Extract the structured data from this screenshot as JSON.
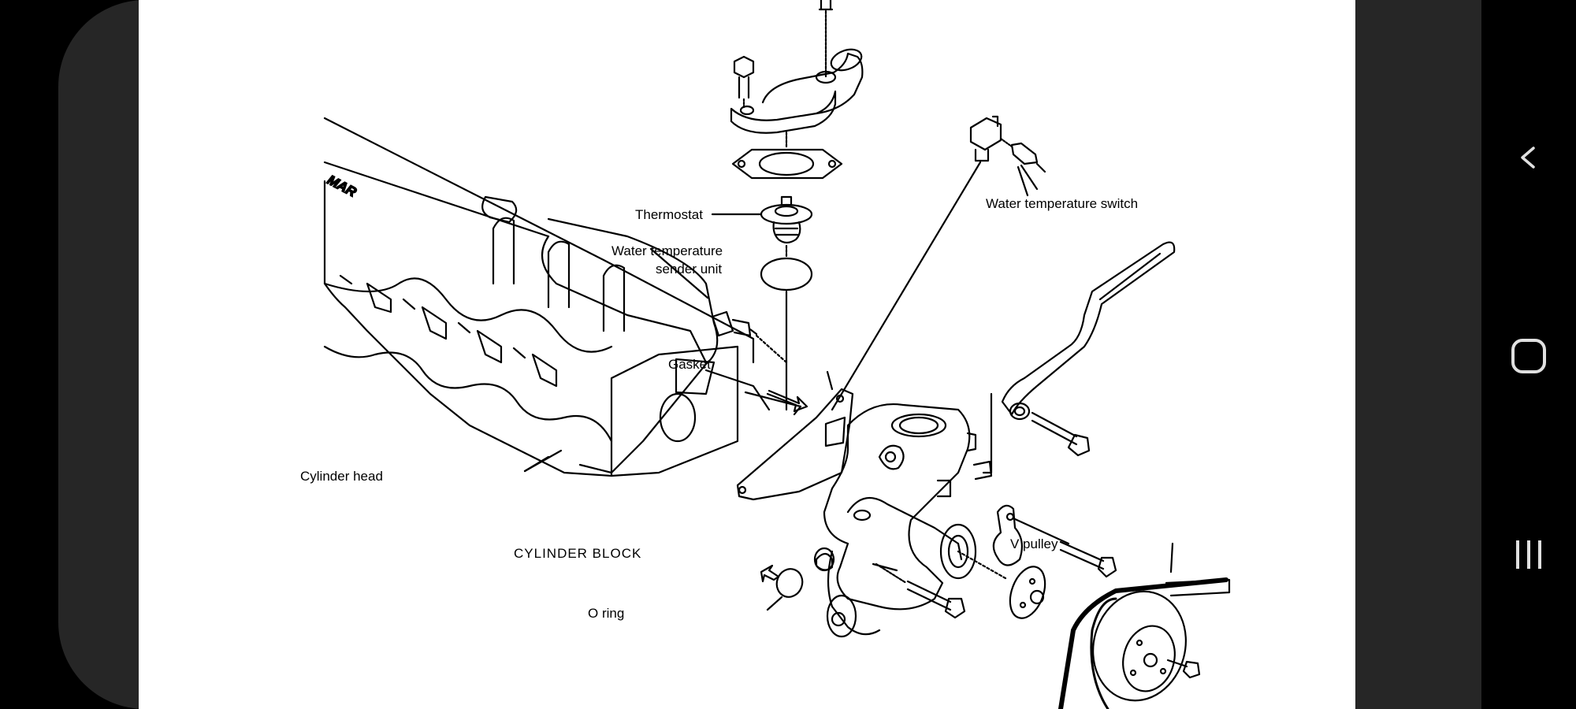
{
  "labels": {
    "thermostat": "Thermostat",
    "water_temp_switch": "Water temperature  switch",
    "sender_line1": "Water temperature",
    "sender_line2": "sender unit",
    "gasket": "Gasket",
    "cylinder_head": "Cylinder head",
    "cylinder_block": "CYLINDER BLOCK",
    "o_ring": "O ring",
    "v_pulley": "V pulley",
    "engine_brand_partial": "MAR"
  },
  "nav": {
    "back_icon": "chevron-left",
    "home_icon": "rounded-square",
    "recents_icon": "three-bars"
  },
  "colors": {
    "background": "#000000",
    "bezel": "#262626",
    "image_bg": "#ffffff",
    "nav_icon": "#e0e0e0",
    "ink": "#000000"
  }
}
